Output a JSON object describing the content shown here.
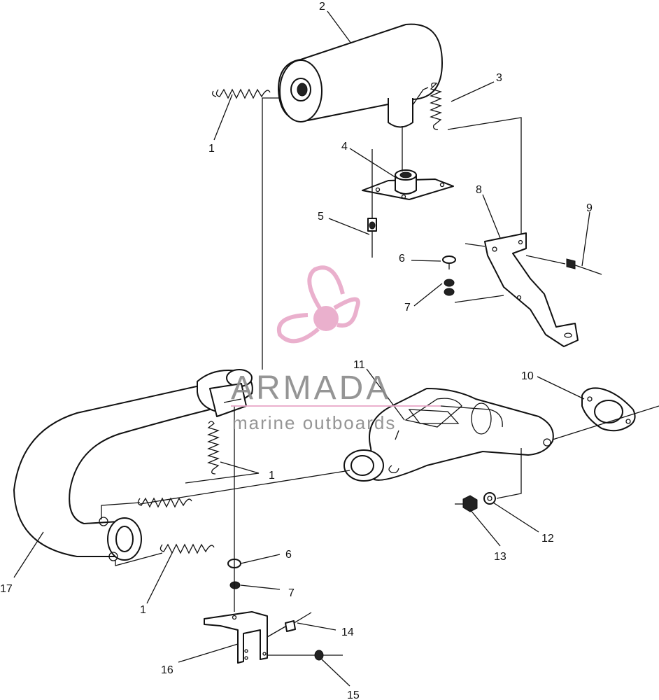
{
  "callouts": {
    "c1a": "1",
    "c2": "2",
    "c3": "3",
    "c4": "4",
    "c5": "5",
    "c6a": "6",
    "c7a": "7",
    "c8": "8",
    "c9": "9",
    "c10": "10",
    "c11": "11",
    "c1b": "1",
    "c17": "17",
    "c1c": "1",
    "c6b": "6",
    "c7b": "7",
    "c13": "13",
    "c12": "12",
    "c14": "14",
    "c16": "16",
    "c15": "15"
  },
  "watermark": {
    "brand": "ARMADA",
    "tagline": "marine outboards",
    "color": "#e8a8c8"
  },
  "colors": {
    "line": "#111111",
    "background": "#ffffff"
  }
}
